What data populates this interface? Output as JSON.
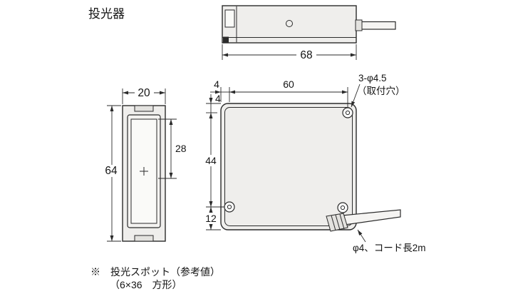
{
  "title": "投光器",
  "colors": {
    "line": "#2b2b2b",
    "body_fill": "#efeeec",
    "background": "#ffffff"
  },
  "views": {
    "top": {
      "width_dim": "68"
    },
    "side": {
      "width_dim": "20",
      "height_dim": "64",
      "window_dim": "28"
    },
    "front": {
      "hole_left_offset_dim": "4",
      "hole_span_dim": "60",
      "hole_top_offset_dim": "4",
      "hole_vertical_span_dim": "44",
      "hole_bottom_offset_dim": "12",
      "mounting_hole_label_line1": "3-φ4.5",
      "mounting_hole_label_line2": "（取付穴）",
      "cable_label": "φ4、コード長2m"
    }
  },
  "footnote": {
    "line1": "※　投光スポット（参考値）",
    "line2": "（6×36　方形）"
  }
}
